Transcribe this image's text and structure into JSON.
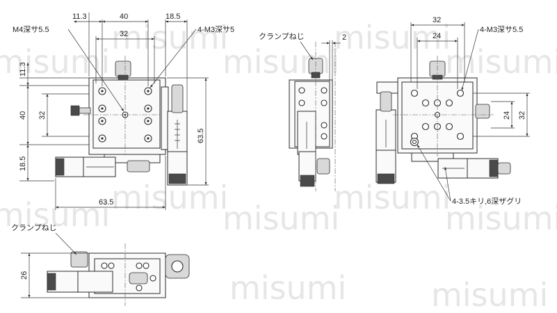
{
  "watermark": {
    "text": "misumi"
  },
  "front_view": {
    "dims": {
      "left_offset": "11.3",
      "top_width": "40",
      "right_offset": "18.5",
      "inner_width": "32",
      "left_height": "11.3",
      "side_40": "40",
      "side_32": "32",
      "bottom_18_5": "18.5",
      "height_total": "63.5",
      "width_total": "63.5"
    },
    "callouts": {
      "m4": "M4深サ5.5",
      "m3": "4-M3深サ5"
    }
  },
  "side_view": {
    "callouts": {
      "clamp": "クランプねじ",
      "gap": "2"
    }
  },
  "right_view": {
    "dims": {
      "top_32": "32",
      "top_24": "24",
      "right_24": "24",
      "right_32": "32"
    },
    "callouts": {
      "m3": "4-M3深サ5.5",
      "bolt": "4-3.5キリ,6深ザグリ"
    }
  },
  "bottom_view": {
    "dims": {
      "height_26": "26"
    },
    "callouts": {
      "clamp": "クランプねじ"
    }
  }
}
